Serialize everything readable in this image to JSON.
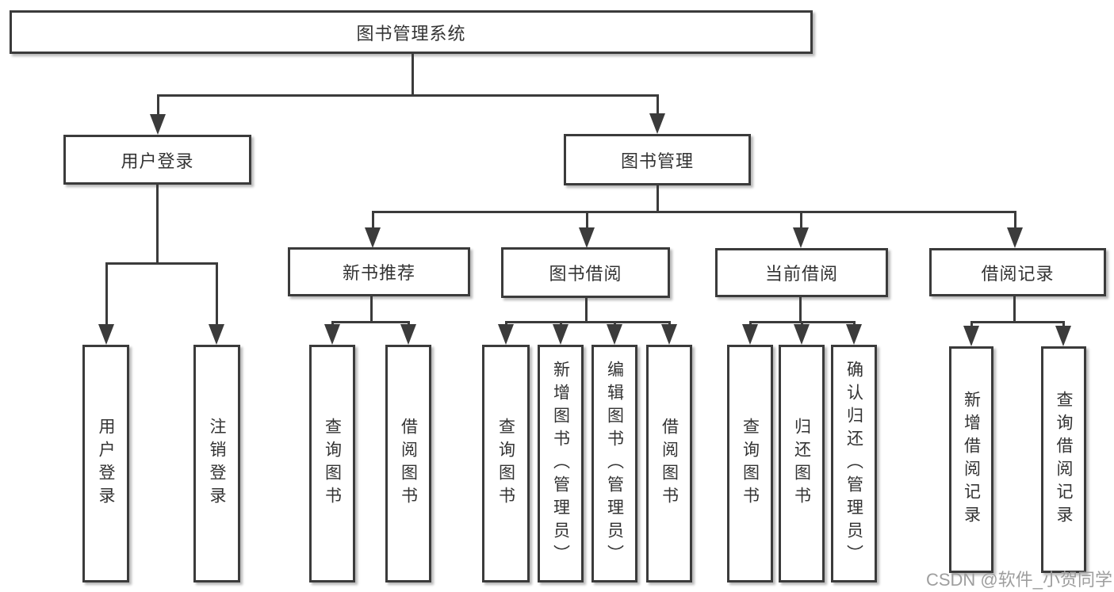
{
  "tree": {
    "label": "图书管理系统",
    "children": [
      {
        "label": "用户登录",
        "children": [
          {
            "label": "用户登录"
          },
          {
            "label": "注销登录"
          }
        ]
      },
      {
        "label": "图书管理",
        "children": [
          {
            "label": "新书推荐",
            "children": [
              {
                "label": "查询图书"
              },
              {
                "label": "借阅图书"
              }
            ]
          },
          {
            "label": "图书借阅",
            "children": [
              {
                "label": "查询图书"
              },
              {
                "label": "新增图书（管理员）"
              },
              {
                "label": "编辑图书（管理员）"
              },
              {
                "label": "借阅图书"
              }
            ]
          },
          {
            "label": "当前借阅",
            "children": [
              {
                "label": "查询图书"
              },
              {
                "label": "归还图书"
              },
              {
                "label": "确认归还（管理员）"
              }
            ]
          },
          {
            "label": "借阅记录",
            "children": [
              {
                "label": "新增借阅记录"
              },
              {
                "label": "查询借阅记录"
              }
            ]
          }
        ]
      }
    ]
  },
  "watermark": "CSDN @软件_小贺同学",
  "colors": {
    "line": "#3b3b3b",
    "text": "#333333",
    "watermark": "#9e9e9e",
    "background": "#ffffff",
    "box_fill": "#ffffff"
  }
}
